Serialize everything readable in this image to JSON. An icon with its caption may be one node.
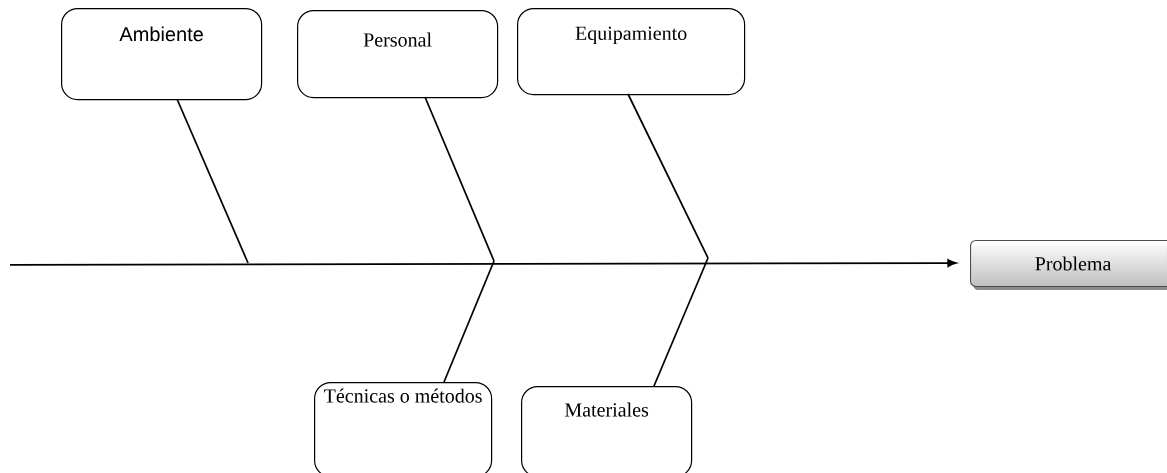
{
  "diagram": {
    "nodes": [
      {
        "text": [
          "Ambiente"
        ]
      },
      {
        "text": [
          "Personal"
        ]
      },
      {
        "text": [
          "Equipamiento"
        ]
      },
      {
        "text": [
          "Técnicas o métodos"
        ]
      },
      {
        "text": [
          "Materiales"
        ]
      },
      {
        "text": [
          "Problema"
        ]
      }
    ],
    "edges": [
      {
        "from": null,
        "to": 5,
        "arrow": "to"
      },
      {
        "from": 0,
        "to": null,
        "arrow": "none"
      },
      {
        "from": 1,
        "to": null,
        "arrow": "none"
      },
      {
        "from": 2,
        "to": null,
        "arrow": "none"
      },
      {
        "from": 3,
        "to": null,
        "arrow": "none"
      },
      {
        "from": 4,
        "to": null,
        "arrow": "none"
      }
    ]
  }
}
